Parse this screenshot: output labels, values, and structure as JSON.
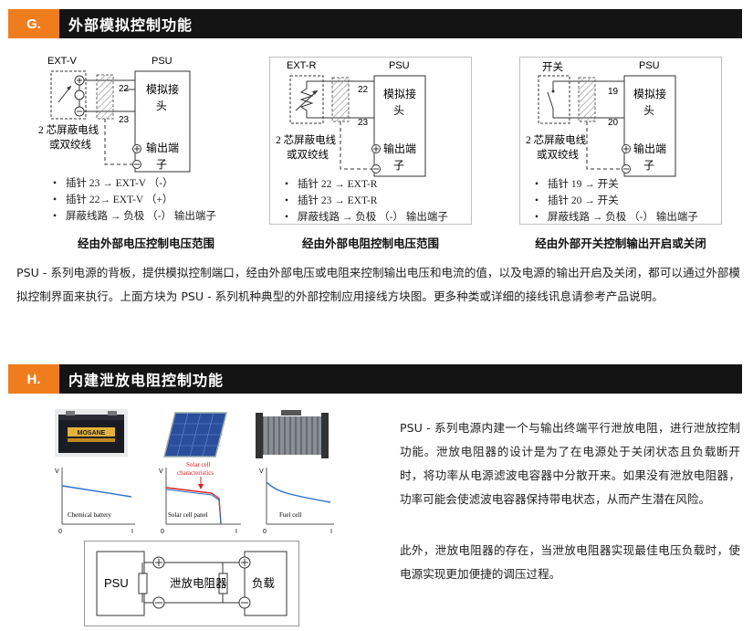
{
  "section_g": {
    "tag": "G.",
    "title": "外部模拟控制功能",
    "diagram1": {
      "source_label": "EXT-V",
      "psu_label": "PSU",
      "pin_top": "22",
      "pin_bottom": "23",
      "psu_port_label_1": "模拟接",
      "psu_port_label_2": "头",
      "output_label_1": "输出端",
      "output_label_2": "子",
      "cable_label_1": "2 芯屏蔽电线",
      "cable_label_2": "或双绞线",
      "bullets": [
        "插针 23 → EXT-V （-）",
        "插针 22→ EXT-V （+）",
        "屏蔽线路 → 负极 （-） 输出端子"
      ],
      "caption": "经由外部电压控制电压范围"
    },
    "diagram2": {
      "source_label": "EXT-R",
      "psu_label": "PSU",
      "pin_top": "22",
      "pin_bottom": "23",
      "psu_port_label_1": "模拟接",
      "psu_port_label_2": "头",
      "output_label_1": "输出端",
      "output_label_2": "子",
      "cable_label_1": "2 芯屏蔽电线",
      "cable_label_2": "或双绞线",
      "bullets": [
        "插针 22 → EXT-R",
        "插针 23 → EXT-R",
        "屏蔽线路 → 负极 （-） 输出端子"
      ],
      "caption": "经由外部电阻控制电压范围"
    },
    "diagram3": {
      "source_label": "开关",
      "psu_label": "PSU",
      "pin_top": "19",
      "pin_bottom": "20",
      "psu_port_label_1": "模拟接",
      "psu_port_label_2": "头",
      "output_label_1": "输出端",
      "output_label_2": "子",
      "cable_label_1": "2 芯屏蔽电线",
      "cable_label_2": "或双绞线",
      "bullets": [
        "插针 19 → 开关",
        "插针 20 → 开关",
        "屏蔽线路 → 负极 （-） 输出端子"
      ],
      "caption": "经由外部开关控制输出开启或关闭"
    },
    "paragraph": "PSU - 系列电源的背板，提供模拟控制端口，经由外部电压或电阻来控制输出电压和电流的值，以及电源的输出开启及关闭，都可以通过外部模拟控制界面来执行。上面方块为 PSU - 系列机种典型的外部控制应用接线方块图。更多种类或详细的接线讯息请参考产品说明。"
  },
  "section_h": {
    "tag": "H.",
    "title": "内建泄放电阻控制功能",
    "battery_brand": "MOSANE",
    "chart_battery_label": "Chemical battery",
    "chart_solar_label": "Solar cell panel",
    "chart_fuel_label": "Fuel cell",
    "solar_annotation_1": "Solar cell",
    "solar_annotation_2": "characteristics",
    "axis_v": "V",
    "axis_i": "I",
    "axis_zero": "0",
    "circuit_psu": "PSU",
    "circuit_resistor": "泄放电阻器",
    "circuit_load": "负载",
    "paragraph1": "PSU - 系列电源内建一个与输出终端平行泄放电阻，进行泄放控制功能。泄放电阻器的设计是为了在电源处于关闭状态且负载断开时，将功率从电源滤波电容器中分散开来。如果没有泄放电阻器，功率可能会使滤波电容器保持带电状态，从而产生潜在风险。",
    "paragraph2": "此外，泄放电阻器的存在，当泄放电阻器实现最佳电压负载时，使电源实现更加便捷的调压过程。"
  },
  "colors": {
    "accent": "#ef7d1e",
    "header_bg": "#141414",
    "curve_blue": "#2a6fc9",
    "curve_red": "#d42020"
  }
}
